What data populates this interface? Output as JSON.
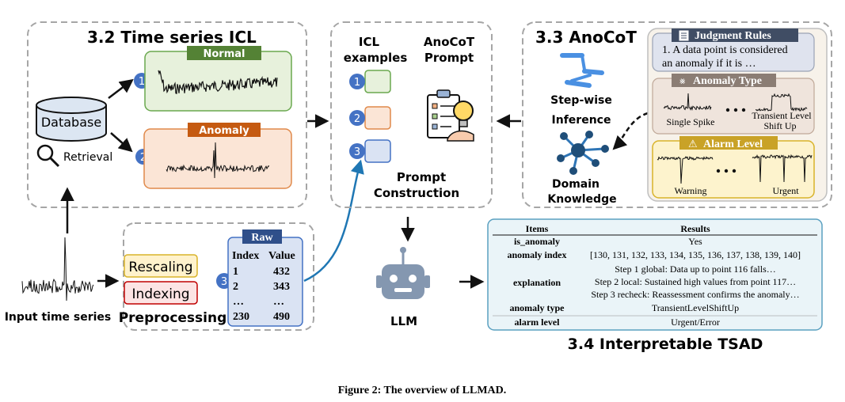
{
  "caption": "Figure 2: The overview of LLMAD.",
  "icl_section": {
    "title": "3.2 Time series ICL",
    "normal_label": "Normal",
    "anomaly_label": "Anomaly",
    "database_label": "Database",
    "retrieval_label": "Retrieval",
    "step1": "1",
    "step2": "2"
  },
  "input_label": "Input time series",
  "preprocessing": {
    "rescaling": "Rescaling",
    "indexing": "Indexing",
    "label": "Preprocessing",
    "step3": "3",
    "raw_title": "Raw",
    "table_header": [
      "Index",
      "Value"
    ],
    "rows": [
      [
        "1",
        "432"
      ],
      [
        "2",
        "343"
      ],
      [
        "…",
        "…"
      ],
      [
        "230",
        "490"
      ]
    ]
  },
  "prompt_section": {
    "icl_examples_label_1": "ICL",
    "icl_examples_label_2": "examples",
    "anocot_prompt_label_1": "AnoCoT",
    "anocot_prompt_label_2": "Prompt",
    "construction_label_1": "Prompt",
    "construction_label_2": "Construction",
    "n1": "1",
    "n2": "2",
    "n3": "3"
  },
  "llm_label": "LLM",
  "anocot_section": {
    "title": "3.3 AnoCoT",
    "stepwise_1": "Step-wise",
    "stepwise_2": "Inference",
    "domain_1": "Domain",
    "domain_2": "Knowledge",
    "judgment_title": "Judgment Rules",
    "judgment_text_1": "1. A data point is considered",
    "judgment_text_2": "an anomaly if it is …",
    "anomaly_type_title": "Anomaly Type",
    "single_spike": "Single Spike",
    "transient_1": "Transient Level",
    "transient_2": "Shift Up",
    "alarm_title": "Alarm Level",
    "warning": "Warning",
    "urgent": "Urgent"
  },
  "results": {
    "title": "3.4 Interpretable TSAD",
    "header": [
      "Items",
      "Results"
    ],
    "is_anomaly_key": "is_anomaly",
    "is_anomaly_val": "Yes",
    "anomaly_index_key": "anomaly index",
    "anomaly_index_val": "[130, 131, 132, 133, 134, 135, 136, 137, 138, 139, 140]",
    "explanation_key": "explanation",
    "explanation_1": "Step 1 global: Data up to point 116 falls…",
    "explanation_2": "Step 2 local: Sustained high values from point 117…",
    "explanation_3": "Step 3 recheck: Reassessment confirms the anomaly…",
    "anomaly_type_key": "anomaly type",
    "anomaly_type_val": "TransientLevelShiftUp",
    "alarm_level_key": "alarm level",
    "alarm_level_val": "Urgent/Error"
  },
  "colors": {
    "normal_fill": "#e7f1dc",
    "normal_stroke": "#6aa84f",
    "normal_header": "#548235",
    "anomaly_fill": "#fbe5d6",
    "anomaly_stroke": "#e0894a",
    "anomaly_header": "#c55a11",
    "step_circle": "#4472c4",
    "database_fill": "#dce6f2",
    "raw_header": "#2f4f8a",
    "raw_fill": "#dae3f3",
    "blue_arrow": "#1f77b4",
    "rules_fill": "#dfe3ee",
    "type_fill": "#efe4dc",
    "alarm_fill": "#fdf3cd",
    "alarm_stroke": "#d9b32a",
    "results_fill": "#eaf4f8",
    "results_stroke": "#5aa0c0"
  }
}
